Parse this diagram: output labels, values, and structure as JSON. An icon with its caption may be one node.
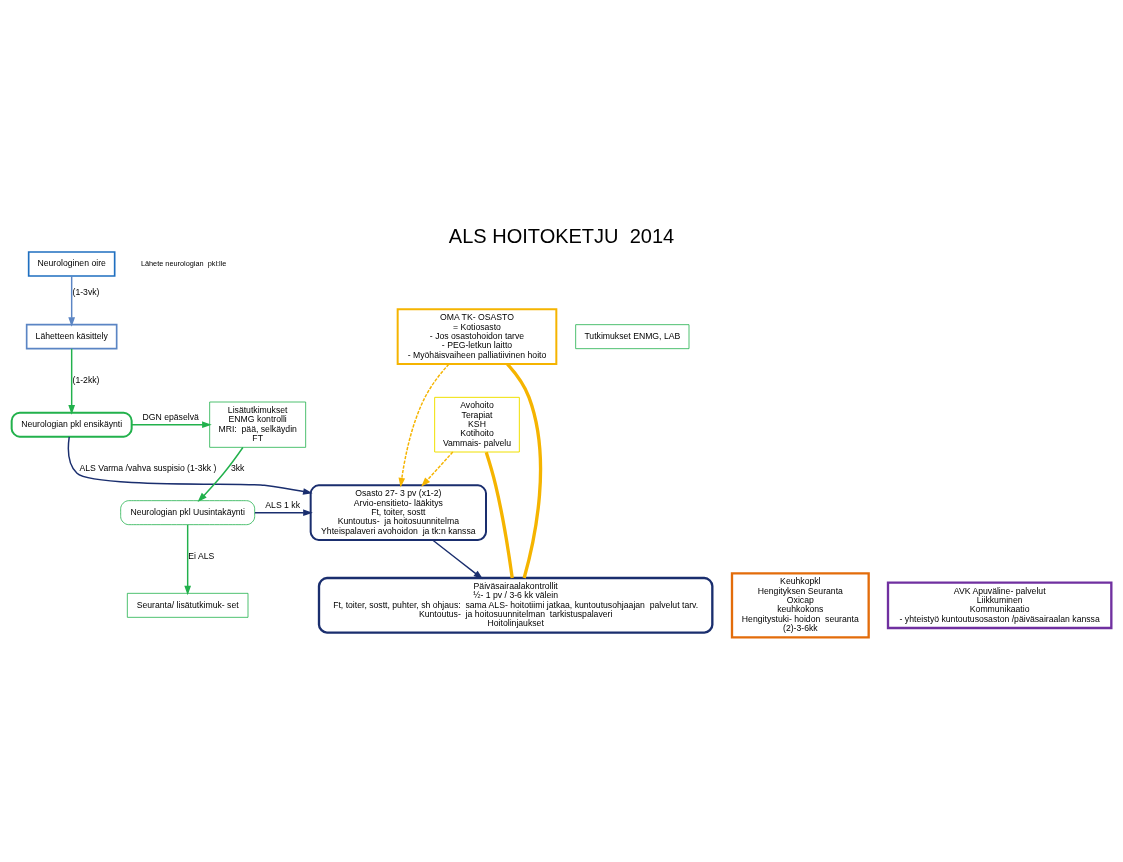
{
  "diagram": {
    "title": "ALS HOITOKETJU  2014",
    "nodes": [
      {
        "text": [
          "Neurologinen oire"
        ]
      },
      {
        "text": [
          "Lähetteen käsittely"
        ]
      },
      {
        "text": [
          "Tutkimukset ENMG, LAB"
        ]
      },
      {
        "text": [
          "Neurologian pkl ensikäynti"
        ]
      },
      {
        "text": [
          "Lisätutkimukset",
          "ENMG kontrolli",
          "MRI:  pää, selkäydin",
          "FT"
        ]
      },
      {
        "text": [
          "OMA TK- OSASTO",
          "= Kotiosasto",
          "- Jos osastohoidon tarve",
          "- PEG-letkun laitto",
          "- Myöhäisvaiheen palliatiivinen hoito"
        ]
      },
      {
        "text": [
          "Avohoito",
          "Terapiat",
          "KSH",
          "Kotihoito",
          "Vammais- palvelu"
        ]
      },
      {
        "text": [
          "Osasto 27- 3 pv (x1-2)",
          "Arvio-ensitieto- lääkitys",
          "Ft, toiter, sostt",
          "Kuntoutus-  ja hoitosuunnitelma",
          "Yhteispalaveri avohoidon  ja tk:n kanssa"
        ]
      },
      {
        "text": [
          "Neurologian pkl Uusintakäynti"
        ]
      },
      {
        "text": [
          "Päiväsairaalakontrollit",
          "½- 1 pv / 3-6 kk välein",
          "Ft, toiter, sostt, puhter, sh ohjaus:  sama ALS- hoitotiimi jatkaa, kuntoutusohjaajan  palvelut tarv.",
          "Kuntoutus-  ja hoitosuunnitelman  tarkistuspalaveri",
          "Hoitolinjaukset"
        ]
      },
      {
        "text": [
          "Keuhkopkl",
          "Hengityksen Seuranta",
          "Oxicap",
          "keuhkokons",
          "Hengitystuki- hoidon  seuranta",
          "(2)-3-6kk"
        ]
      },
      {
        "text": [
          "AVK Apuväline- palvelut",
          "Liikkuminen",
          "Kommunikaatio",
          "- yhteistyö kuntoutusosaston /päiväsairaalan kanssa"
        ]
      },
      {
        "text": [
          "Seuranta/ lisätutkimuk- set"
        ]
      }
    ],
    "edges": [
      {
        "from": 0,
        "to": 1,
        "arrow": "to",
        "label": "(1-3vk)",
        "color": "#5b85c4"
      },
      {
        "from": 1,
        "to": 3,
        "arrow": "to",
        "label": "(1-2kk)"
      },
      {
        "from": 3,
        "to": 4,
        "arrow": "to",
        "label": "DGN epäselvä"
      },
      {
        "from": 3,
        "to": 7,
        "arrow": "to",
        "label": "ALS Varma /vahva suspisio (1-3kk )",
        "color": "#1a2e6e"
      },
      {
        "from": 4,
        "to": 8,
        "arrow": "to",
        "label": "3kk"
      },
      {
        "from": 8,
        "to": 7,
        "arrow": "to",
        "label": "ALS 1 kk",
        "color": "#1a2e6e"
      },
      {
        "from": 8,
        "to": 12,
        "arrow": "to",
        "label": "Ei ALS"
      },
      {
        "from": 7,
        "to": 9,
        "arrow": "to",
        "color": "#1a2e6e"
      },
      {
        "from": 5,
        "to": 9,
        "arrow": "none",
        "style": "thick",
        "color": "#f5b400"
      },
      {
        "from": 6,
        "to": 9,
        "arrow": "none",
        "style": "thick",
        "color": "#f5b400"
      },
      {
        "from": 5,
        "to": 7,
        "arrow": "to",
        "style": "dashed",
        "color": "#f5b400"
      },
      {
        "from": 6,
        "to": 7,
        "arrow": "to",
        "style": "dashed",
        "color": "#f5b400"
      }
    ],
    "labels": [
      "Lähete neurologian  pkl:lle"
    ]
  }
}
